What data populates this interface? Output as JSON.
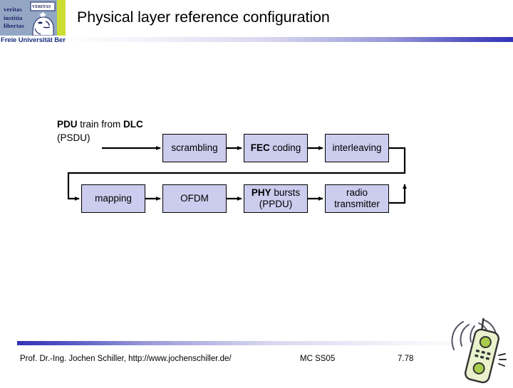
{
  "header": {
    "title": "Physical layer reference configuration",
    "logo": {
      "motto_line1": "veritas",
      "motto_line2": "iustitia",
      "motto_line3": "libertas",
      "university": "Freie Universität Berlin",
      "seal_icon": "university-seal-icon",
      "green_accent": "#ccdd33",
      "plate_color": "#93a7c4"
    },
    "rule_gradient_from": "#ffffff",
    "rule_gradient_to": "#3333b8"
  },
  "diagram": {
    "type": "block-flow",
    "input_label_line1_prefix": "PDU",
    "input_label_line1_rest": " train from ",
    "input_label_line1_suffix": "DLC",
    "input_label_line2": "(PSDU)",
    "node_fill": "#ccccee",
    "node_stroke": "#000000",
    "nodes": [
      {
        "id": "scrambling",
        "label": "scrambling",
        "row": 1,
        "col": 1
      },
      {
        "id": "fec",
        "label": "FEC coding",
        "row": 1,
        "col": 2
      },
      {
        "id": "interleaving",
        "label": "interleaving",
        "row": 1,
        "col": 3
      },
      {
        "id": "mapping",
        "label": "mapping",
        "row": 2,
        "col": 0
      },
      {
        "id": "ofdm",
        "label": "OFDM",
        "row": 2,
        "col": 1
      },
      {
        "id": "phybursts",
        "label": "PHY bursts",
        "label2": "(PPDU)",
        "row": 2,
        "col": 2
      },
      {
        "id": "radiotx",
        "label": "radio",
        "label2": "transmitter",
        "row": 2,
        "col": 3
      }
    ],
    "edges": [
      {
        "from": "input",
        "to": "scrambling"
      },
      {
        "from": "scrambling",
        "to": "fec"
      },
      {
        "from": "fec",
        "to": "interleaving"
      },
      {
        "from": "interleaving",
        "to": "mapping",
        "style": "wrap-around"
      },
      {
        "from": "mapping",
        "to": "ofdm"
      },
      {
        "from": "ofdm",
        "to": "phybursts"
      },
      {
        "from": "phybursts",
        "to": "radiotx"
      },
      {
        "from": "radiotx",
        "to": "antenna-out",
        "style": "up-arrow"
      }
    ]
  },
  "footer": {
    "author": "Prof. Dr.-Ing. Jochen Schiller, http://www.jochenschiller.de/",
    "course": "MC SS05",
    "page": "7.78",
    "phone_icon": "mobile-phone-with-radio-waves-icon"
  }
}
